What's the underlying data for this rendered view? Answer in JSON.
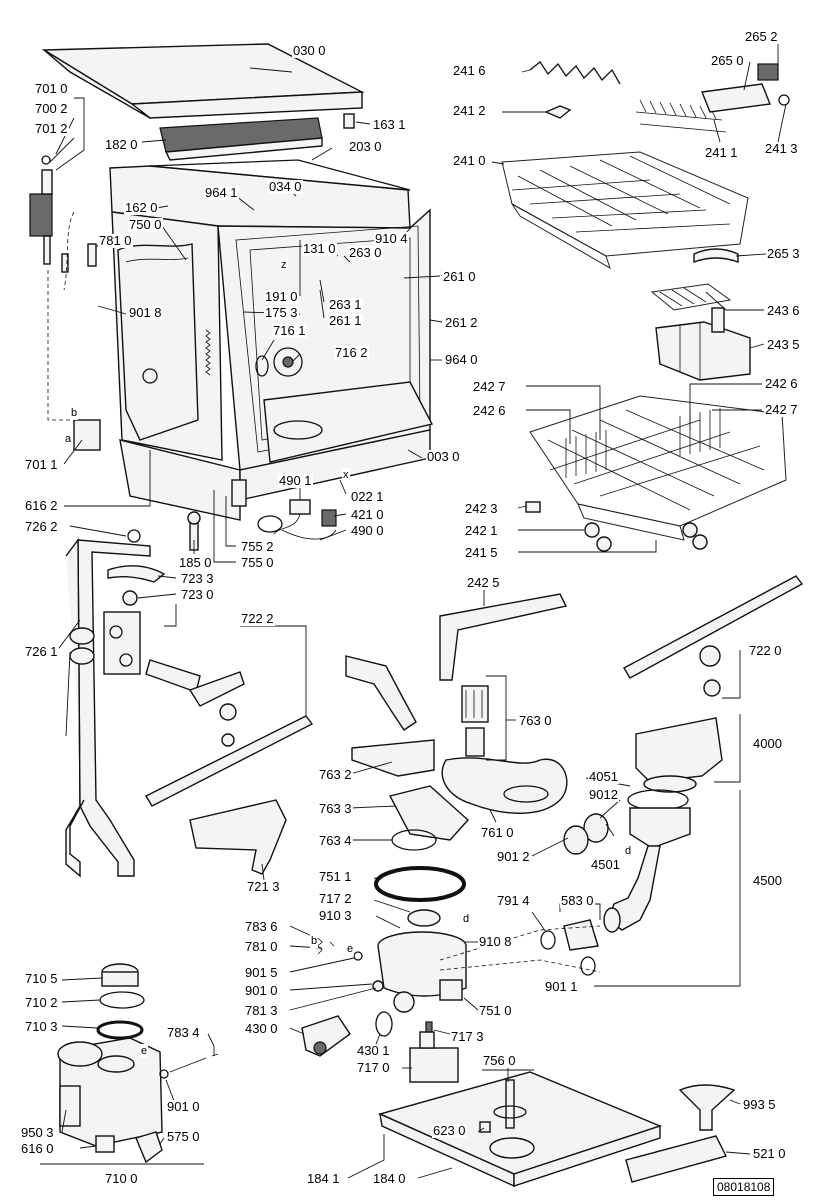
{
  "diagram": {
    "document_number": "08018108",
    "annotation_letters": [
      "b",
      "a",
      "z",
      "z",
      "x",
      "d",
      "d",
      "e",
      "e",
      "b"
    ],
    "labels": {
      "l0300": "030 0",
      "l7010": "701 0",
      "l7002": "700 2",
      "l7012": "701 2",
      "l1631": "163 1",
      "l1820": "182 0",
      "l2030": "203 0",
      "l9641": "964 1",
      "l0340": "034 0",
      "l1620": "162 0",
      "l7500": "750 0",
      "l7810a": "781 0",
      "l9104": "910 4",
      "l1310": "131 0",
      "l2630": "263 0",
      "l2610": "261 0",
      "l1910": "191 0",
      "l1753": "175 3",
      "l2631": "263 1",
      "l2611": "261 1",
      "l2612": "261 2",
      "l9018": "901 8",
      "l7161": "716 1",
      "l7162": "716 2",
      "l9640": "964 0",
      "l7011": "701 1",
      "l0030": "003 0",
      "l4901": "490 1",
      "l0221": "022 1",
      "l4210": "421 0",
      "l4900": "490 0",
      "l6162": "616 2",
      "l7262": "726 2",
      "l1850": "185 0",
      "l7552": "755 2",
      "l7550": "755 0",
      "l7233": "723 3",
      "l7230": "723 0",
      "l7222": "722 2",
      "l7261": "726 1",
      "l2416": "241 6",
      "l2652": "265 2",
      "l2650": "265 0",
      "l2412": "241 2",
      "l2411": "241 1",
      "l2413": "241 3",
      "l2410": "241 0",
      "l2653": "265 3",
      "l2436": "243 6",
      "l2435": "243 5",
      "l2427a": "242 7",
      "l2426a": "242 6",
      "l2426b": "242 6",
      "l2427b": "242 7",
      "l2423": "242 3",
      "l2421": "242 1",
      "l2415": "241 5",
      "l2425": "242 5",
      "l7220": "722 0",
      "l7630": "763 0",
      "l4000": "4000",
      "l7632": "763 2",
      "l7633": "763 3",
      "l7634": "763 4",
      "l7610": "761 0",
      "l4051": "4051",
      "l9012": "9012",
      "l9012b": "901 2",
      "l4501": "4501",
      "l4500": "4500",
      "l7213": "721 3",
      "l7511": "751 1",
      "l7172": "717 2",
      "l9103": "910 3",
      "l7836": "783 6",
      "l7810b": "781 0",
      "l9015": "901 5",
      "l9010a": "901 0",
      "l7813": "781 3",
      "l4300": "430 0",
      "l9108": "910 8",
      "l7914": "791 4",
      "l5830": "583 0",
      "l9011": "901 1",
      "l7510": "751 0",
      "l7173": "717 3",
      "l4301": "430 1",
      "l7170": "717 0",
      "l7560": "756 0",
      "l7105": "710 5",
      "l7102": "710 2",
      "l7103": "710 3",
      "l7834": "783 4",
      "l9010b": "901 0",
      "l9503": "950 3",
      "l6160": "616 0",
      "l5750": "575 0",
      "l7100": "710 0",
      "l6230": "623 0",
      "l9935": "993 5",
      "l5210": "521 0",
      "l1841": "184 1",
      "l1840": "184 0"
    }
  }
}
